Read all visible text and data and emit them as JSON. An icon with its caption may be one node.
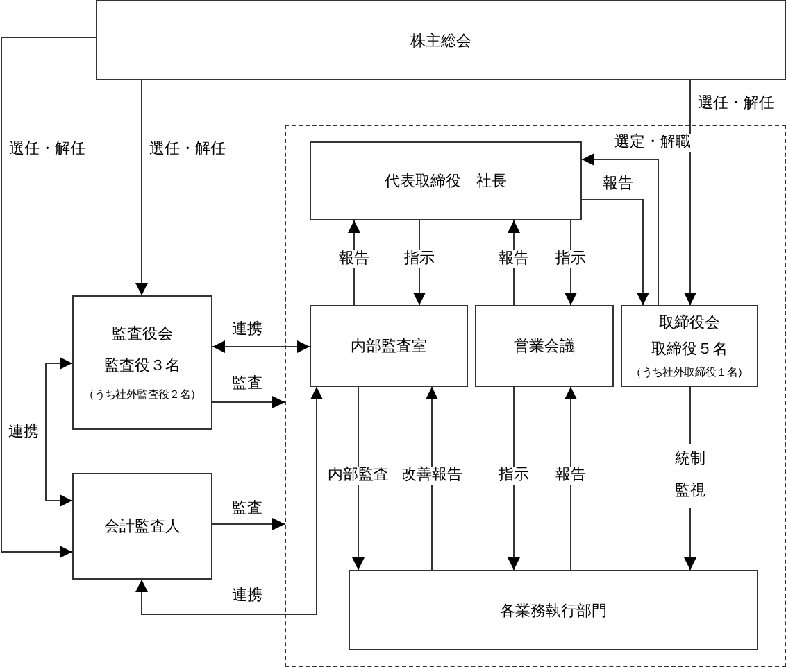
{
  "diagram": {
    "nodes": [
      {
        "text": [
          "株主総会"
        ]
      },
      {
        "text": [
          "監査役会",
          "監査役３名",
          "（うち社外監査役２名）"
        ]
      },
      {
        "text": [
          "会計監査人"
        ]
      },
      {
        "text": [],
        "shape": "box"
      },
      {
        "text": [
          "代表取締役　社長"
        ],
        "in": 3
      },
      {
        "text": [
          "内部監査室"
        ],
        "in": 3
      },
      {
        "text": [
          "営業会議"
        ],
        "in": 3
      },
      {
        "text": [
          "取締役会",
          "取締役５名",
          "（うち社外取締役１名）"
        ],
        "in": 3
      },
      {
        "text": [
          "各業務執行部門"
        ],
        "in": 3
      }
    ],
    "edges": [
      {
        "from": 0,
        "to": 1,
        "arrow": "to",
        "label": "選任・解任"
      },
      {
        "from": 0,
        "to": 2,
        "arrow": "to",
        "label": "選任・解任"
      },
      {
        "from": 0,
        "to": 7,
        "arrow": "to",
        "label": "選任・解任"
      },
      {
        "from": 1,
        "to": 5,
        "arrow": "both",
        "label": "連携"
      },
      {
        "from": 1,
        "to": 3,
        "arrow": "to",
        "label": "監査"
      },
      {
        "from": 2,
        "to": 3,
        "arrow": "to",
        "label": "監査"
      },
      {
        "from": 1,
        "to": 2,
        "arrow": "both",
        "label": "連携"
      },
      {
        "from": 5,
        "to": 2,
        "arrow": "both",
        "label": "連携"
      },
      {
        "from": 5,
        "to": 4,
        "arrow": "to",
        "label": "報告"
      },
      {
        "from": 4,
        "to": 5,
        "arrow": "to",
        "label": "指示"
      },
      {
        "from": 6,
        "to": 4,
        "arrow": "to",
        "label": "報告"
      },
      {
        "from": 4,
        "to": 6,
        "arrow": "to",
        "label": "指示"
      },
      {
        "from": 7,
        "to": 4,
        "arrow": "to",
        "label": "選定・解職"
      },
      {
        "from": 4,
        "to": 7,
        "arrow": "to",
        "label": "報告"
      },
      {
        "from": 5,
        "to": 8,
        "arrow": "to",
        "label": "内部監査"
      },
      {
        "from": 8,
        "to": 5,
        "arrow": "to",
        "label": "改善報告"
      },
      {
        "from": 6,
        "to": 8,
        "arrow": "to",
        "label": "指示"
      },
      {
        "from": 8,
        "to": 6,
        "arrow": "to",
        "label": "報告"
      },
      {
        "from": 7,
        "to": 8,
        "arrow": "to",
        "label": "統制監視"
      }
    ]
  }
}
